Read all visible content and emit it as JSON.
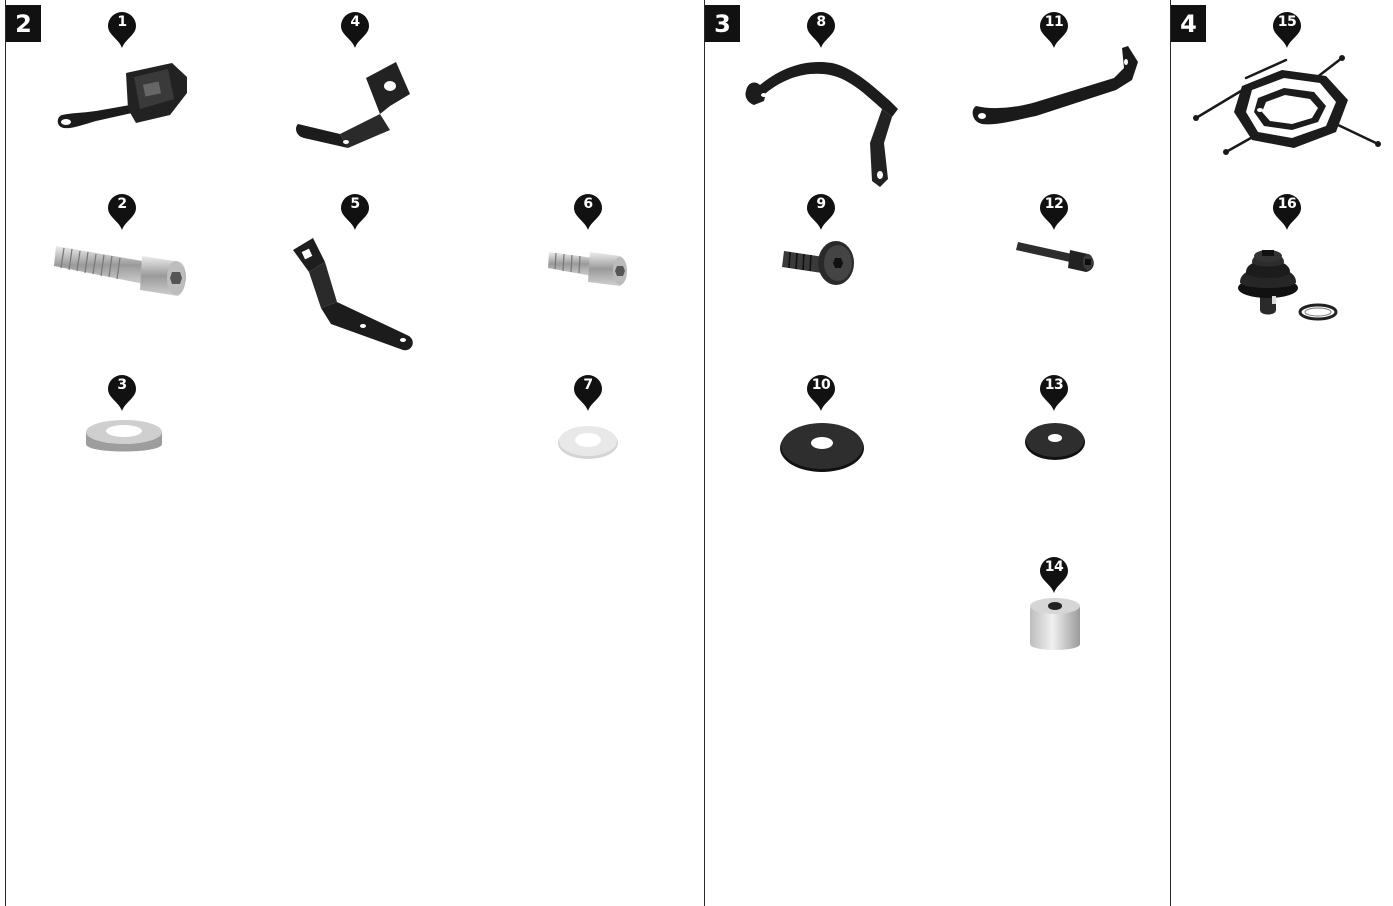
{
  "steps": [
    "2",
    "3",
    "4"
  ],
  "parts": [
    "1",
    "2",
    "3",
    "4",
    "5",
    "6",
    "7",
    "8",
    "9",
    "10",
    "11",
    "12",
    "13",
    "14",
    "15",
    "16"
  ],
  "colors": {
    "badge": "#111111",
    "marker": "#111111",
    "divider": "#2a2a2a"
  }
}
